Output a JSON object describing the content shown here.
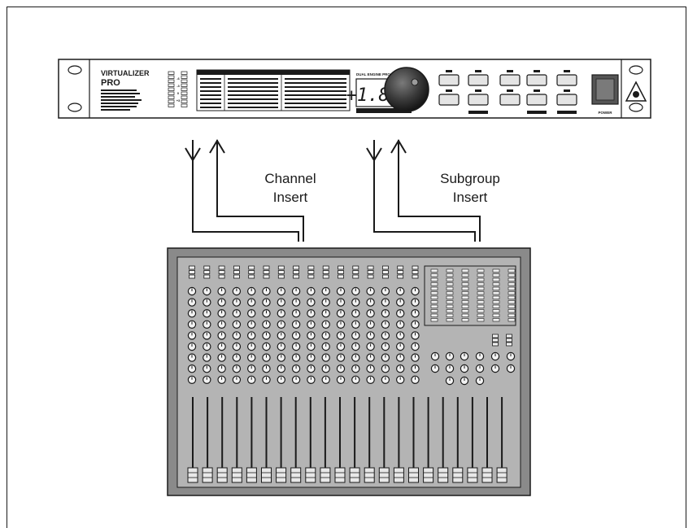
{
  "labels": {
    "channel_insert_line1": "Channel",
    "channel_insert_line2": "Insert",
    "subgroup_insert_line1": "Subgroup",
    "subgroup_insert_line2": "Insert"
  },
  "rack_unit": {
    "brand_line1": "VIRTUALIZER",
    "brand_line2": "PRO",
    "display_readout": "+1.8.8.",
    "power_label": "POWER",
    "level_labels": [
      "-6",
      "-3",
      "0",
      "+3"
    ]
  },
  "mixer": {
    "channel_count": 16,
    "subgroup_meter_count": 6,
    "fader_count": 22
  },
  "colors": {
    "line": "#1a1a1a",
    "panel_grey": "#b4b4b4",
    "panel_dark": "#8a8a8a",
    "background": "#ffffff"
  }
}
